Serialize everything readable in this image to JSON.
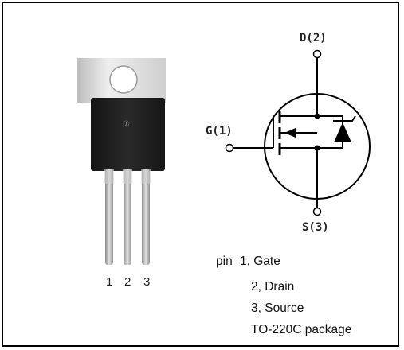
{
  "terminals": {
    "drain": "D(2)",
    "gate": "G(1)",
    "source": "S(3)"
  },
  "package_pin_numbers": [
    "1",
    "2",
    "3"
  ],
  "legend": {
    "pin_prefix": "pin",
    "pins": [
      "1, Gate",
      "2, Drain",
      "3, Source"
    ],
    "package": "TO-220C package"
  },
  "package_marking": "①",
  "colors": {
    "frame": "#000000",
    "tab_metal": "#d8d8d8",
    "body": "#1e1e1e",
    "leads": "#b9b9b9",
    "symbol": "#000000"
  }
}
